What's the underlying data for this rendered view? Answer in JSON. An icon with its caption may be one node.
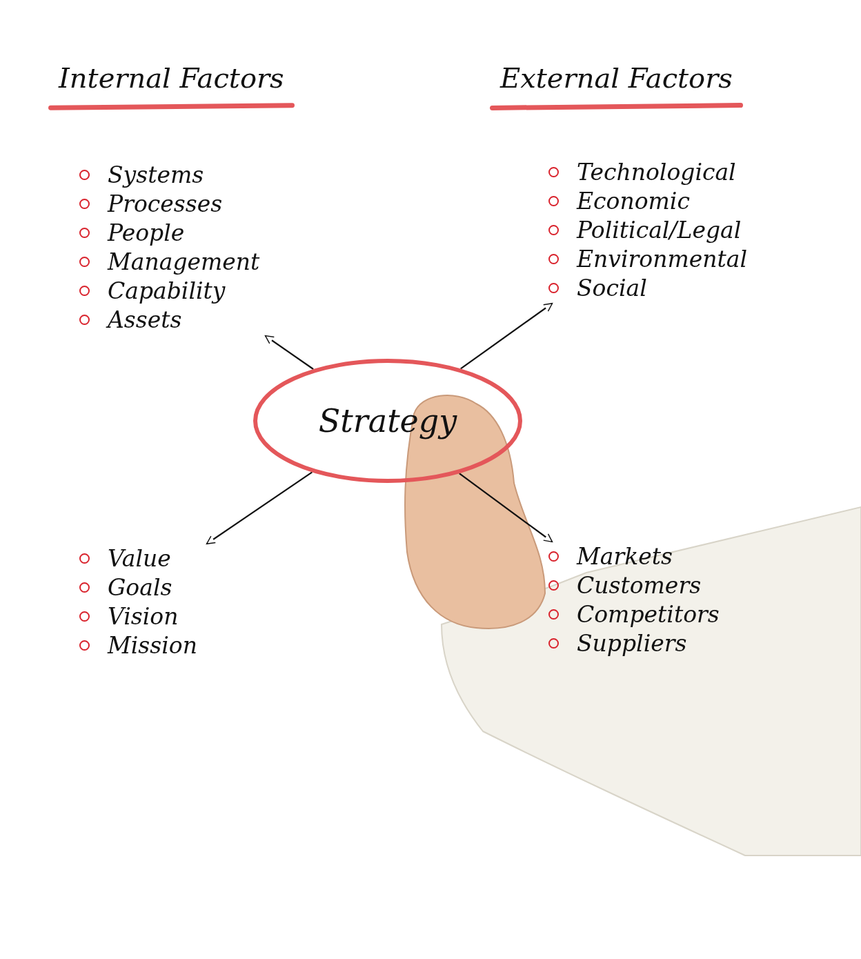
{
  "diagram": {
    "nodes": [
      {
        "text": [
          "Strategy"
        ]
      },
      {
        "text": [
          "Systems",
          "Processes",
          "People",
          "Management",
          "Capability",
          "Assets"
        ]
      },
      {
        "text": [
          "Technological",
          "Economic",
          "Political/Legal",
          "Environmental",
          "Social"
        ]
      },
      {
        "text": [
          "Value",
          "Goals",
          "Vision",
          "Mission"
        ]
      },
      {
        "text": [
          "Markets",
          "Customers",
          "Competitors",
          "Suppliers"
        ]
      }
    ],
    "edges": [
      {
        "from": 0,
        "to": 1,
        "arrow": "to"
      },
      {
        "from": 0,
        "to": 2,
        "arrow": "to"
      },
      {
        "from": 0,
        "to": 3,
        "arrow": "to"
      },
      {
        "from": 0,
        "to": 4,
        "arrow": "to"
      }
    ],
    "labels": [
      "Internal Factors",
      "External Factors"
    ]
  }
}
